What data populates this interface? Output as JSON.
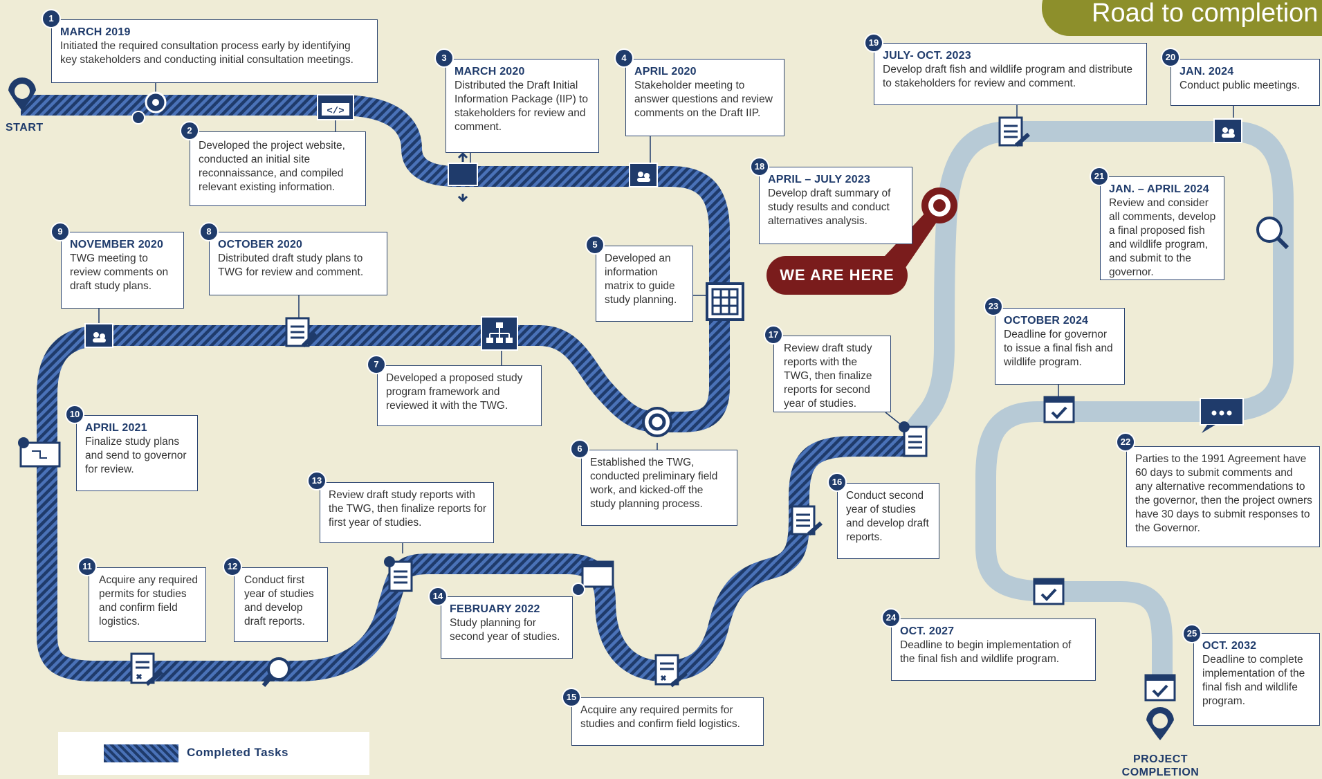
{
  "header": {
    "title": "Road to completion"
  },
  "labels": {
    "start": "START",
    "end": "PROJECT COMPLETION",
    "here": "WE ARE HERE"
  },
  "legend": {
    "label": "Completed Tasks"
  },
  "colors": {
    "navy": "#1f3b6b",
    "stripe": "#4a72b8",
    "future": "#b7cad6",
    "accent": "#7a1c1c",
    "olive": "#8d8f2b"
  },
  "milestones": [
    {
      "num": "1",
      "date": "MARCH 2019",
      "desc": "Initiated the required consultation process early by identifying key stakeholders and conducting initial consultation meetings.",
      "icon": "gear-icon"
    },
    {
      "num": "2",
      "date": "",
      "desc": "Developed the project website, conducted an initial site reconnaissance, and compiled relevant existing information.",
      "icon": "code-window-icon"
    },
    {
      "num": "3",
      "date": "MARCH 2020",
      "desc": "Distributed the Draft Initial Information Package (IIP) to stakeholders for review and comment.",
      "icon": "folder-icon"
    },
    {
      "num": "4",
      "date": "APRIL 2020",
      "desc": "Stakeholder meeting to answer questions and review comments on the Draft IIP.",
      "icon": "meeting-icon"
    },
    {
      "num": "5",
      "date": "",
      "desc": "Developed an information matrix to guide study planning.",
      "icon": "matrix-icon"
    },
    {
      "num": "6",
      "date": "",
      "desc": "Established the TWG, conducted preliminary field work, and kicked-off the study planning process.",
      "icon": "gear-icon"
    },
    {
      "num": "7",
      "date": "",
      "desc": "Developed a proposed study program framework and reviewed it with the TWG.",
      "icon": "org-chart-icon"
    },
    {
      "num": "8",
      "date": "OCTOBER 2020",
      "desc": "Distributed draft study plans to TWG for review and comment.",
      "icon": "document-icon"
    },
    {
      "num": "9",
      "date": "NOVEMBER 2020",
      "desc": "TWG meeting to review comments on draft study plans.",
      "icon": "meeting-icon"
    },
    {
      "num": "10",
      "date": "APRIL 2021",
      "desc": "Finalize study plans and send to governor for review.",
      "icon": "plan-icon"
    },
    {
      "num": "11",
      "date": "",
      "desc": "Acquire any required permits for studies and confirm field logistics.",
      "icon": "permit-icon"
    },
    {
      "num": "12",
      "date": "",
      "desc": "Conduct first year of studies and develop draft reports.",
      "icon": "magnifier-icon"
    },
    {
      "num": "13",
      "date": "",
      "desc": "Review draft study reports with the TWG, then finalize reports for first year of studies.",
      "icon": "report-icon"
    },
    {
      "num": "14",
      "date": "FEBRUARY 2022",
      "desc": "Study planning for second year of studies.",
      "icon": "calendar-icon"
    },
    {
      "num": "15",
      "date": "",
      "desc": "Acquire any required permits for studies and confirm field logistics.",
      "icon": "permit-icon"
    },
    {
      "num": "16",
      "date": "",
      "desc": "Conduct second year of studies and develop draft reports.",
      "icon": "document-icon"
    },
    {
      "num": "17",
      "date": "",
      "desc": "Review draft study reports with the TWG, then finalize reports for second year of studies.",
      "icon": "report-icon"
    },
    {
      "num": "18",
      "date": "APRIL – JULY 2023",
      "desc": "Develop draft summary of study results and conduct alternatives analysis.",
      "icon": "location-pin-icon"
    },
    {
      "num": "19",
      "date": "JULY- OCT. 2023",
      "desc": "Develop draft fish and wildlife program and distribute to stakeholders for review and comment.",
      "icon": "document-icon"
    },
    {
      "num": "20",
      "date": "JAN. 2024",
      "desc": "Conduct public meetings.",
      "icon": "meeting-icon"
    },
    {
      "num": "21",
      "date": "JAN. – APRIL 2024",
      "desc": "Review and consider all comments, develop a final proposed fish and wildlife program, and submit to the governor.",
      "icon": "magnifier-icon"
    },
    {
      "num": "22",
      "date": "",
      "desc": "Parties to the 1991 Agreement have 60 days to submit comments and any alternative recommendations to the governor, then the project owners have 30 days to submit responses to the Governor.",
      "icon": "chat-icon"
    },
    {
      "num": "23",
      "date": "OCTOBER 2024",
      "desc": "Deadline for governor to issue a final fish and wildlife program.",
      "icon": "calendar-check-icon"
    },
    {
      "num": "24",
      "date": "OCT. 2027",
      "desc": "Deadline to begin implementation of the final fish and wildlife program.",
      "icon": "calendar-check-icon"
    },
    {
      "num": "25",
      "date": "OCT. 2032",
      "desc": "Deadline to complete implementation of the final fish and wildlife program.",
      "icon": "calendar-check-icon"
    }
  ]
}
